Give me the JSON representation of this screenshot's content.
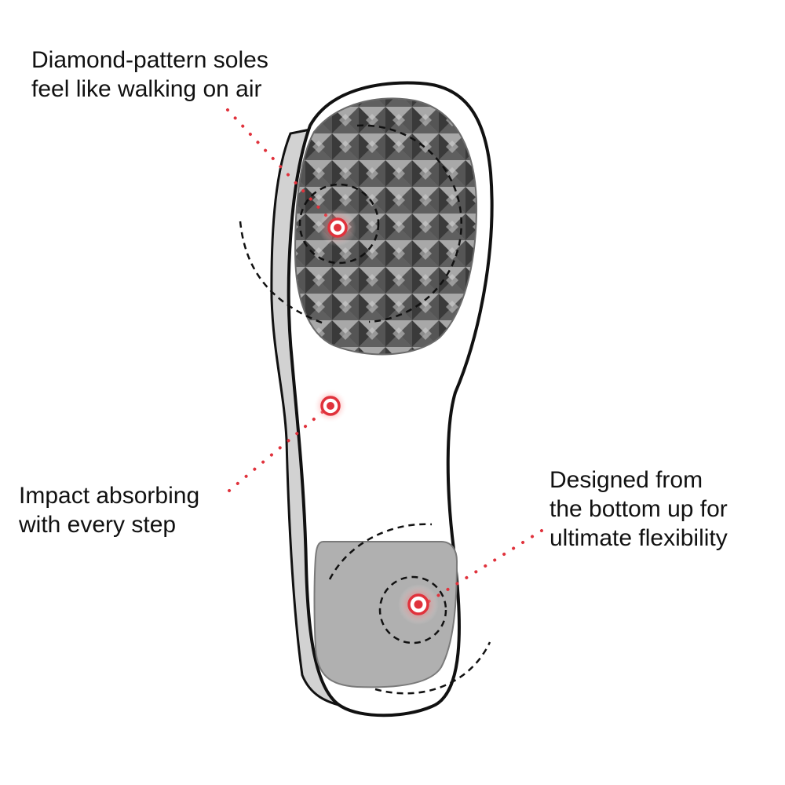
{
  "callouts": [
    {
      "lines": [
        "Diamond-pattern soles",
        "feel like walking on air"
      ]
    },
    {
      "lines": [
        "Impact absorbing",
        "with every step"
      ]
    },
    {
      "lines": [
        "Designed from",
        "the bottom up for",
        "ultimate flexibility"
      ]
    }
  ],
  "colors": {
    "outline": "#111111",
    "sole_edge": "#d2d2d2",
    "heel_pad": "#b0b0b0",
    "diamond_dark": "#3a3a3a",
    "diamond_mid": "#6e6e6e",
    "diamond_light": "#a8a8a8",
    "marker": "#e0323c",
    "leader_dots": "#e0323c"
  }
}
